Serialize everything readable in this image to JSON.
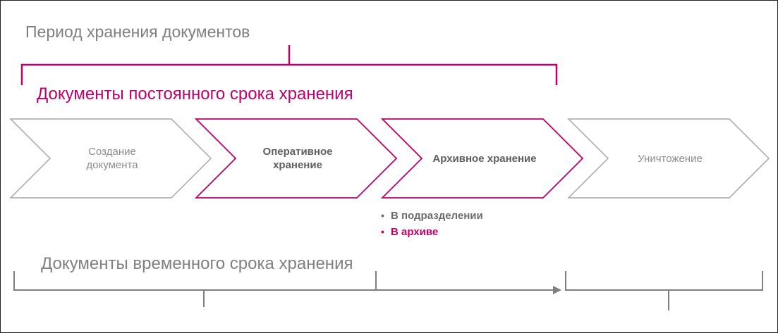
{
  "titles": {
    "storage_period": "Период хранения документов",
    "permanent_docs": "Документы постоянного срока хранения",
    "temporary_docs": "Документы временного срока хранения"
  },
  "stages": [
    {
      "label": "Создание документа"
    },
    {
      "label": "Оперативное хранение"
    },
    {
      "label": "Архивное хранение"
    },
    {
      "label": "Уничтожение"
    }
  ],
  "archive_options": [
    {
      "label": "В подразделении"
    },
    {
      "label": "В архиве"
    }
  ],
  "colors": {
    "accent": "#c0006a",
    "gray_text": "#7f7f7f",
    "gray_line": "#a6a6a6",
    "bracket_gray": "#7f7f7f"
  }
}
